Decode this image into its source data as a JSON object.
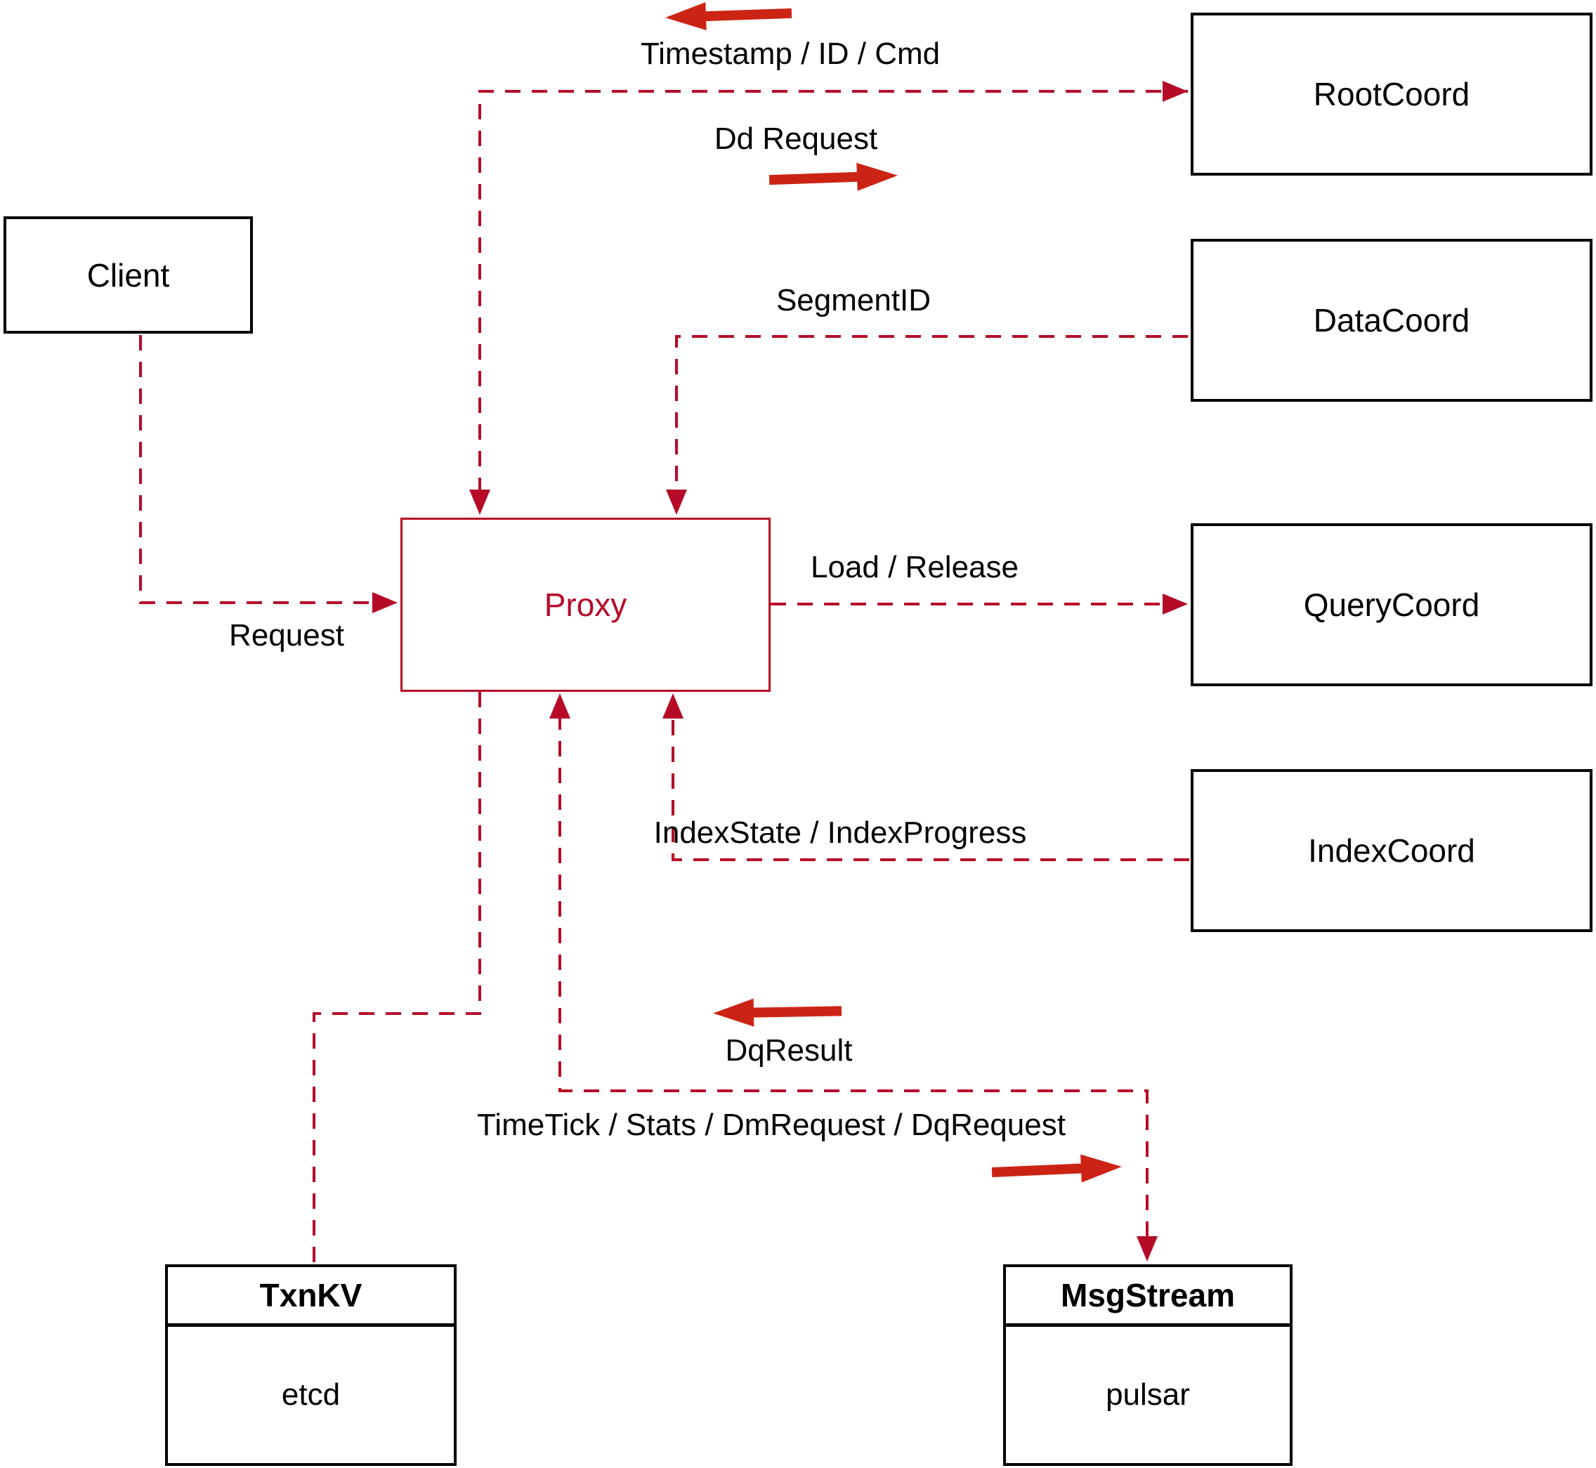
{
  "nodes": {
    "client": {
      "label": "Client"
    },
    "root_coord": {
      "label": "RootCoord"
    },
    "data_coord": {
      "label": "DataCoord"
    },
    "query_coord": {
      "label": "QueryCoord"
    },
    "index_coord": {
      "label": "IndexCoord"
    },
    "proxy": {
      "label": "Proxy"
    },
    "txn_kv": {
      "label": "TxnKV",
      "implementation": "etcd"
    },
    "msg_stream": {
      "label": "MsgStream",
      "implementation": "pulsar"
    }
  },
  "edges": {
    "client_to_proxy": {
      "label": "Request"
    },
    "root_coord_to_proxy": {
      "label": "Timestamp / ID / Cmd"
    },
    "proxy_to_root_coord": {
      "label": "Dd Request"
    },
    "data_coord_to_proxy": {
      "label": "SegmentID"
    },
    "proxy_to_query_coord": {
      "label": "Load / Release"
    },
    "index_coord_to_proxy": {
      "label": "IndexState / IndexProgress"
    },
    "msg_stream_to_proxy": {
      "label": "DqResult"
    },
    "proxy_to_msg_stream": {
      "label": "TimeTick / Stats / DmRequest / DqRequest"
    }
  },
  "colors": {
    "dashed_line": "#b60b28",
    "arrowhead": "#b60b28",
    "solid_arrow": "#cc2414",
    "box_border": "#000000",
    "proxy_accent": "#b60b28",
    "text": "#000000",
    "background": "#ffffff"
  }
}
